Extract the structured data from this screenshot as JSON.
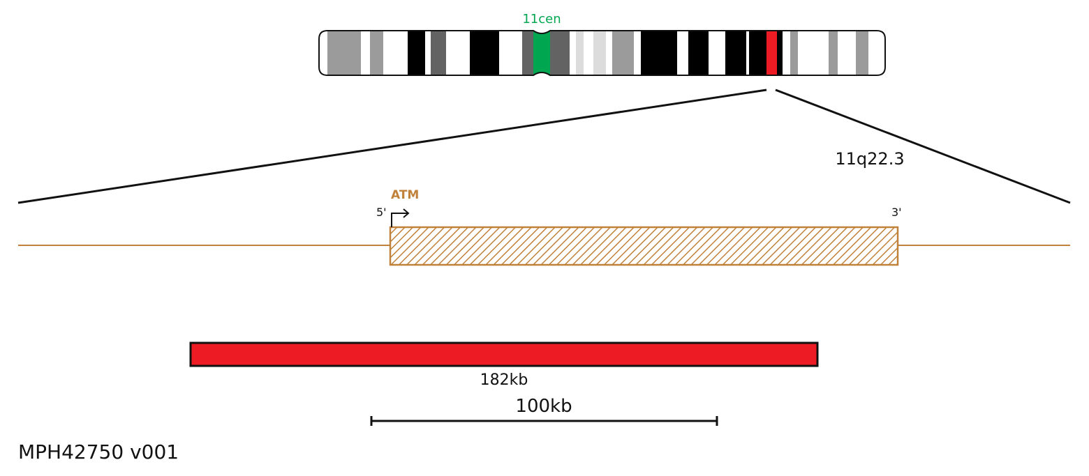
{
  "chromosome": {
    "centromere_label": "11cen",
    "band_label": "11q22.3",
    "colors": {
      "centromere": "#00a650",
      "highlight": "#ed1c24",
      "outline": "#111111"
    }
  },
  "gene": {
    "name": "ATM",
    "five_prime": "5'",
    "three_prime": "3'",
    "color": "#c0823a"
  },
  "probe": {
    "size_label": "182kb",
    "color": "#ed1c24"
  },
  "scale_bar": {
    "label": "100kb"
  },
  "product_code": "MPH42750 v001"
}
